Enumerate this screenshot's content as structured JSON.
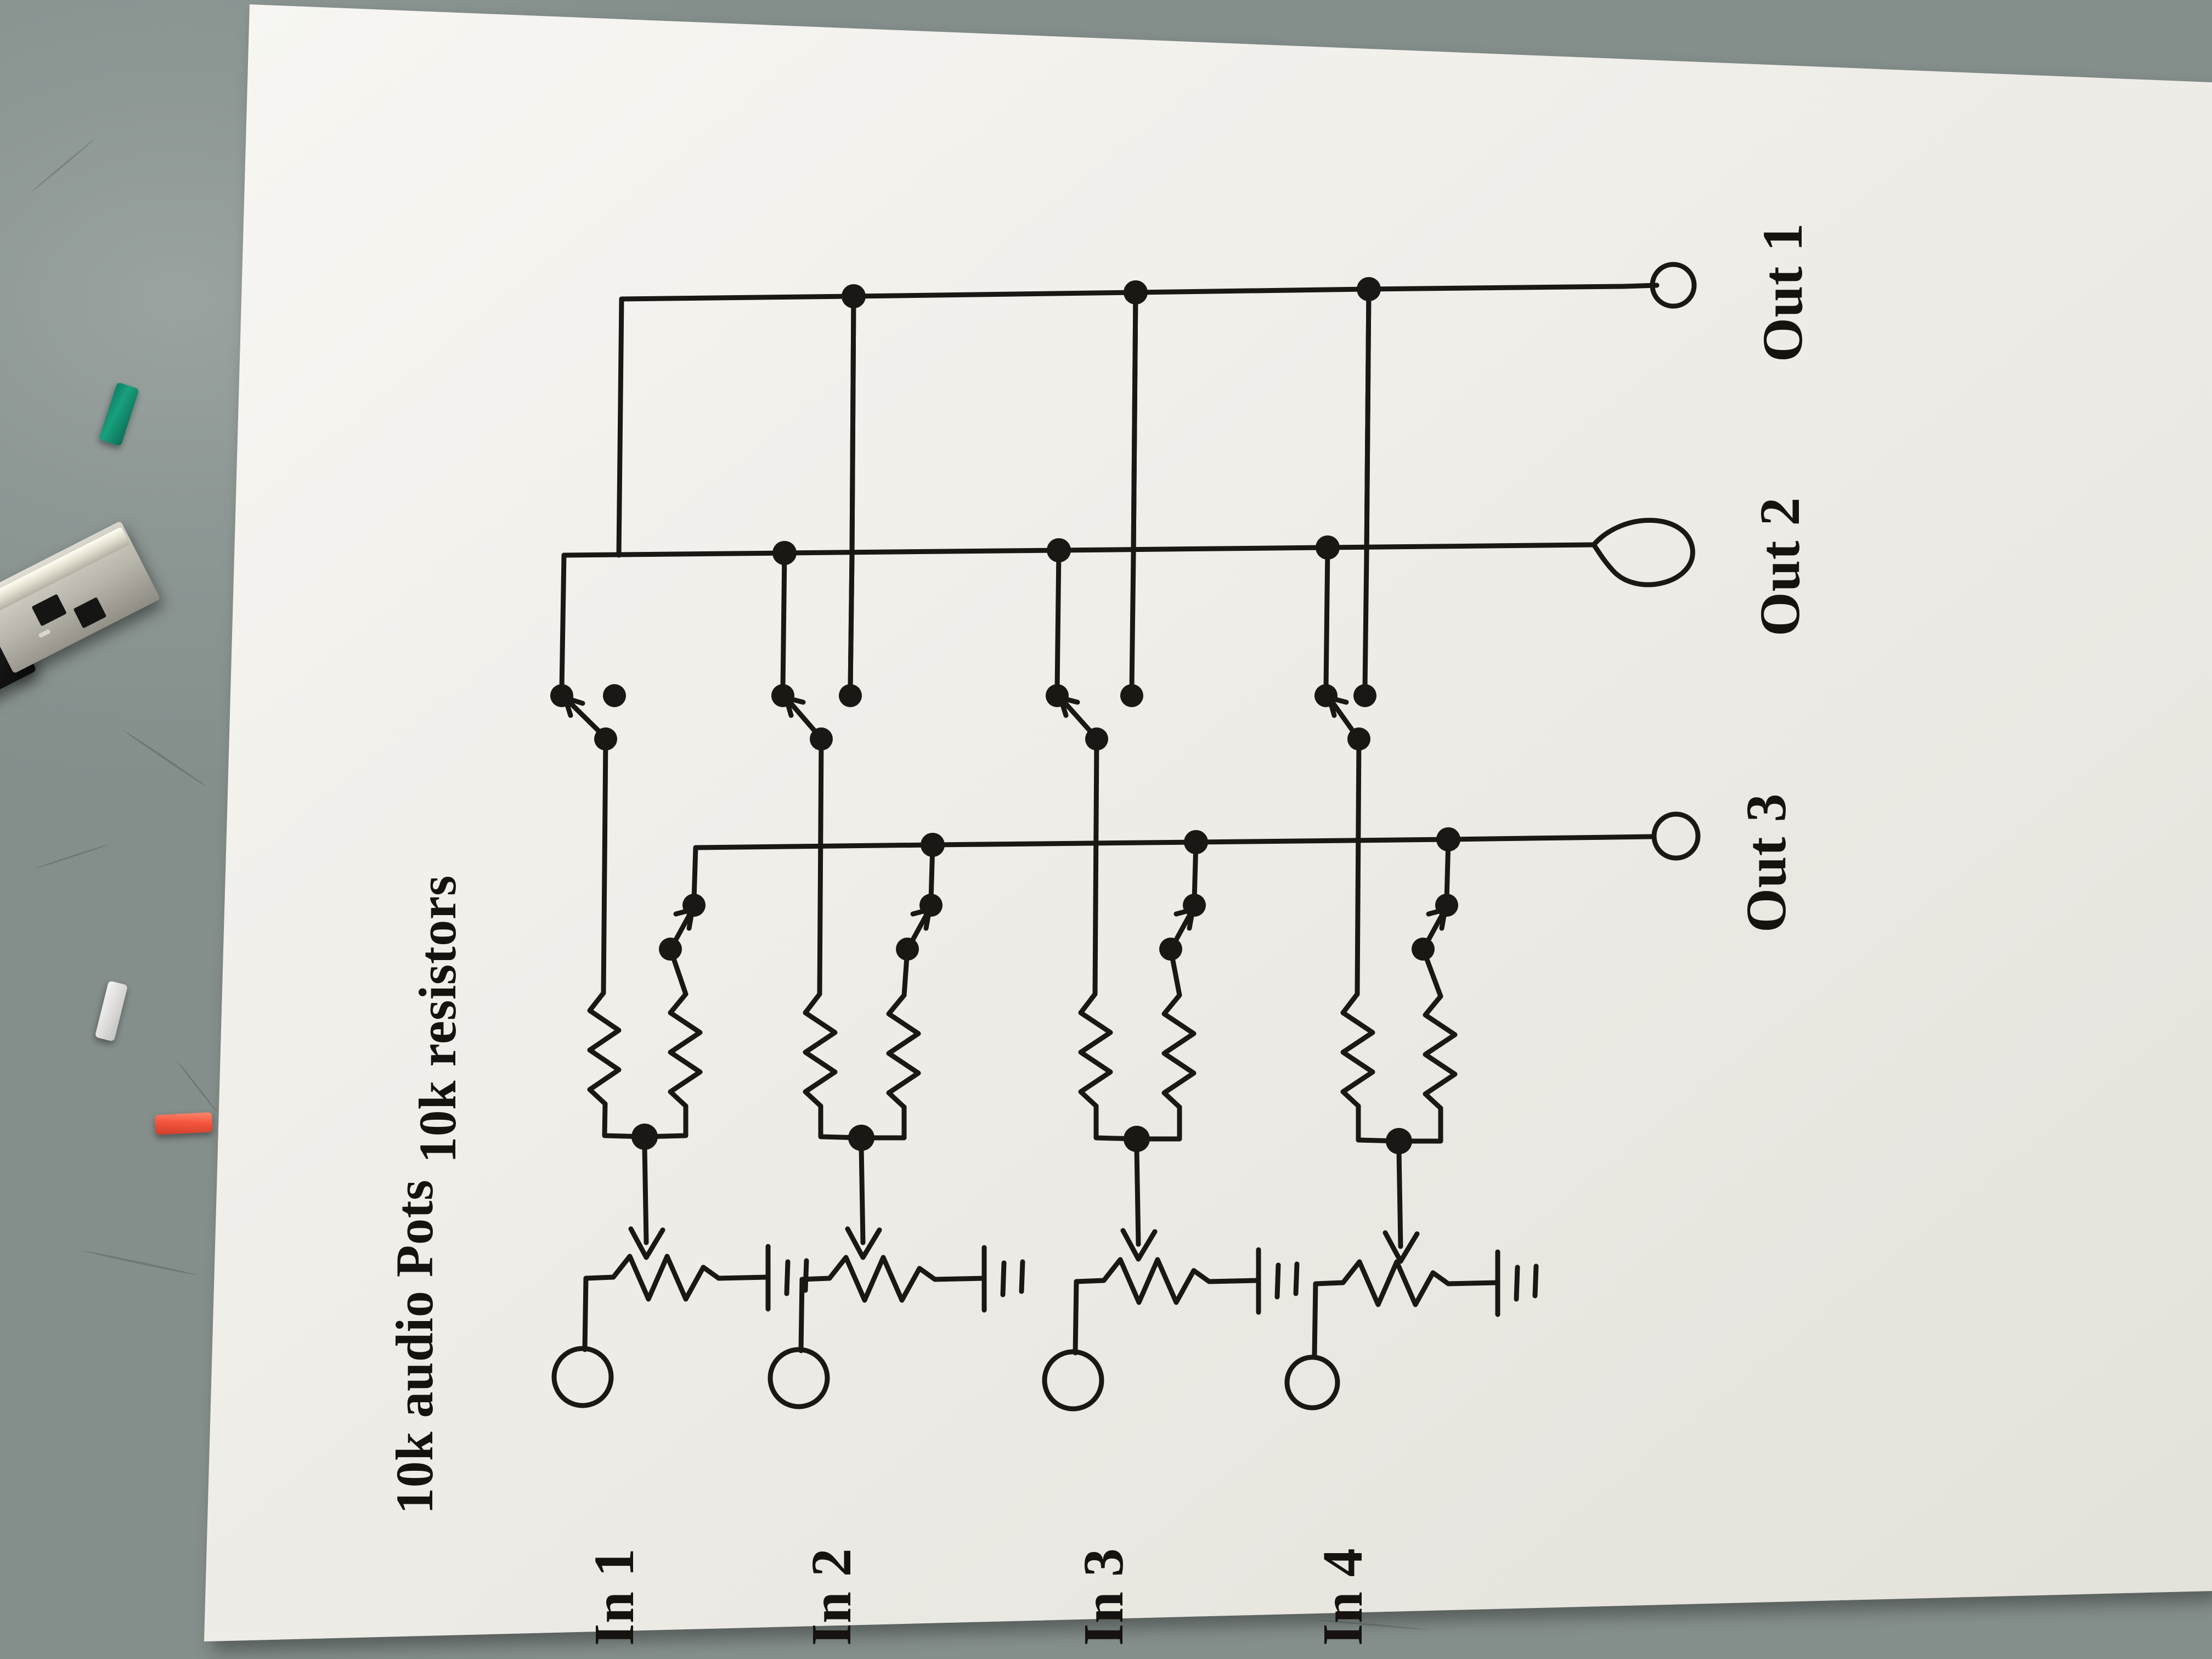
{
  "scene": {
    "medium": "hand-drawn pencil/ink schematic on white paper photographed on a grey desk",
    "paper_orientation_note": "drawing is rotated 90 degrees clockwise relative to the photo frame",
    "desk_color": "#8d9794",
    "paper_color": "#f2f0ec",
    "ink_color": "#1a1714"
  },
  "notes": {
    "pots_label": "10k audio Pots",
    "resistors_label": "10k resistors"
  },
  "inputs": [
    {
      "label": "In 1"
    },
    {
      "label": "In 2"
    },
    {
      "label": "In 3"
    },
    {
      "label": "In 4"
    }
  ],
  "outputs": [
    {
      "label": "Out 1"
    },
    {
      "label": "Out 2"
    },
    {
      "label": "Out 3"
    }
  ],
  "objects": [
    {
      "name": "usb-connector"
    },
    {
      "name": "green-wire-fragment"
    },
    {
      "name": "white-wire-fragment"
    },
    {
      "name": "red-wire-fragment"
    }
  ],
  "chart_data": {
    "type": "diagram",
    "title": "4-in / 3-out passive audio matrix mixer",
    "components": {
      "potentiometers": {
        "count": 4,
        "value": "10k audio Pots",
        "symbol": "resistor-with-wiper-arrow-and-ground"
      },
      "resistors": {
        "count": 8,
        "value": "10k resistors",
        "per_channel": 2
      },
      "switches": {
        "count": 12,
        "type": "SPDT toggle",
        "per_channel": 3
      },
      "input_jacks": 4,
      "output_jacks": 3,
      "junction_dots": 9
    },
    "buses": [
      {
        "name": "Out 1",
        "row": 1
      },
      {
        "name": "Out 2",
        "row": 2
      },
      {
        "name": "Out 3",
        "row": 3
      }
    ],
    "channels": [
      {
        "input": "In 1",
        "pot": "10k audio Pot",
        "resistors": 2,
        "switches": 3,
        "routes_to": [
          "Out 1",
          "Out 2",
          "Out 3"
        ]
      },
      {
        "input": "In 2",
        "pot": "10k audio Pot",
        "resistors": 2,
        "switches": 3,
        "routes_to": [
          "Out 1",
          "Out 2",
          "Out 3"
        ]
      },
      {
        "input": "In 3",
        "pot": "10k audio Pot",
        "resistors": 2,
        "switches": 3,
        "routes_to": [
          "Out 1",
          "Out 2",
          "Out 3"
        ]
      },
      {
        "input": "In 4",
        "pot": "10k audio Pot",
        "resistors": 2,
        "switches": 3,
        "routes_to": [
          "Out 1",
          "Out 2",
          "Out 3"
        ]
      }
    ]
  }
}
